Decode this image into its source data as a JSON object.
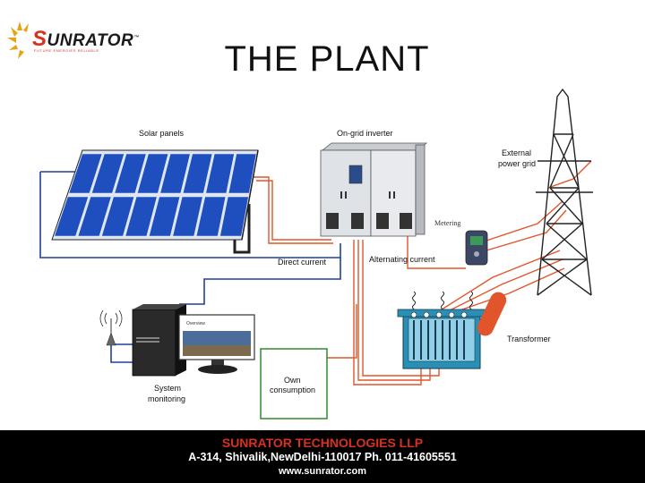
{
  "brand": {
    "logo_text": "SUNRATOR",
    "logo_first_letter": "S",
    "logo_rest": "UNRATOR",
    "tagline": "FUTURE ENERGIES RELIABLE",
    "trademark": "™",
    "sun_color": "#e8a313",
    "accent_color": "#d9301f"
  },
  "slide": {
    "title": "THE PLANT"
  },
  "diagram": {
    "labels": {
      "solar_panels": "Solar panels",
      "inverter": "On-grid inverter",
      "external_grid_line1": "External",
      "external_grid_line2": "power grid",
      "metering": "Metering",
      "direct_current": "Direct current",
      "alternating_current": "Alternating current",
      "transformer": "Transformer",
      "own_consumption_line1": "Own",
      "own_consumption_line2": "consumption",
      "system_monitoring_line1": "System",
      "system_monitoring_line2": "monitoring",
      "monitor_screen": "Overview"
    },
    "colors": {
      "dc_wire": "#1f3fa0",
      "ac_wire": "#e2552b",
      "panel": "#1f4fbf",
      "own_box": "#2e8b2e",
      "transformer_tank": "#2a8fb5"
    }
  },
  "footer": {
    "company": "SUNRATOR TECHNOLOGIES LLP",
    "address": "A-314, Shivalik,NewDelhi-110017 Ph. 011-41605551",
    "website": "www.sunrator.com"
  }
}
